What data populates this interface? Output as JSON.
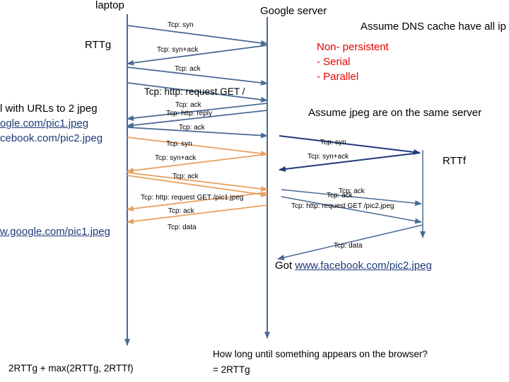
{
  "nodes": {
    "laptop": "laptop",
    "server": "Google server"
  },
  "labels": {
    "rttg": "RTTg",
    "rttf": "RTTf",
    "dns_note": "Assume DNS cache have all ip",
    "nonpersistent_title": "Non- persistent",
    "bullet_serial": "-   Serial",
    "bullet_parallel": "-   Parallel",
    "same_server": "Assume jpeg are on the same server",
    "html_line1": "l with URLs to 2 jpeg",
    "html_line2": "ogle.com/pic1.jpeg",
    "html_line3": "cebook.com/pic2.jpeg",
    "got_pic1": "w.google.com/pic1.jpeg",
    "got_pic2_prefix": "Got ",
    "got_pic2_link": "www.facebook.com/pic2.jpeg",
    "formula": "2RTTg + max(2RTTg, 2RTTf)",
    "question_line1": "How long until something appears on the browser?",
    "question_line2": "= 2RTTg"
  },
  "messages": {
    "syn": "Tcp: syn",
    "synack": "Tcp: syn+ack",
    "ack": "Tcp: ack",
    "http_request": "Tcp: http: request GET /",
    "ack2": "Tcp: ack",
    "http_reply": "Tcp: http: reply",
    "ack3": "Tcp: ack",
    "syn_g": "Tcp: syn",
    "synack_g": "Tcp: syn+ack",
    "ack_g": "Tcp: ack",
    "get_pic1": "Tcp: http: request GET /pic1.jpeg",
    "ack_g2": "Tcp: ack",
    "data_g": "Tcp: data",
    "syn_f": "Tcp: syn",
    "synack_f": "Tcp: syn+ack",
    "ack_f1": "Tcp: ack",
    "ack_f2": "Tcp: ack",
    "get_pic2": "Tcp: http: request GET /pic2.jpeg",
    "data_f": "Tcp: data"
  },
  "colors": {
    "blue": "#4a6b95",
    "orange": "#e8a060",
    "navy": "#1f3a7a",
    "red": "#e60000"
  }
}
